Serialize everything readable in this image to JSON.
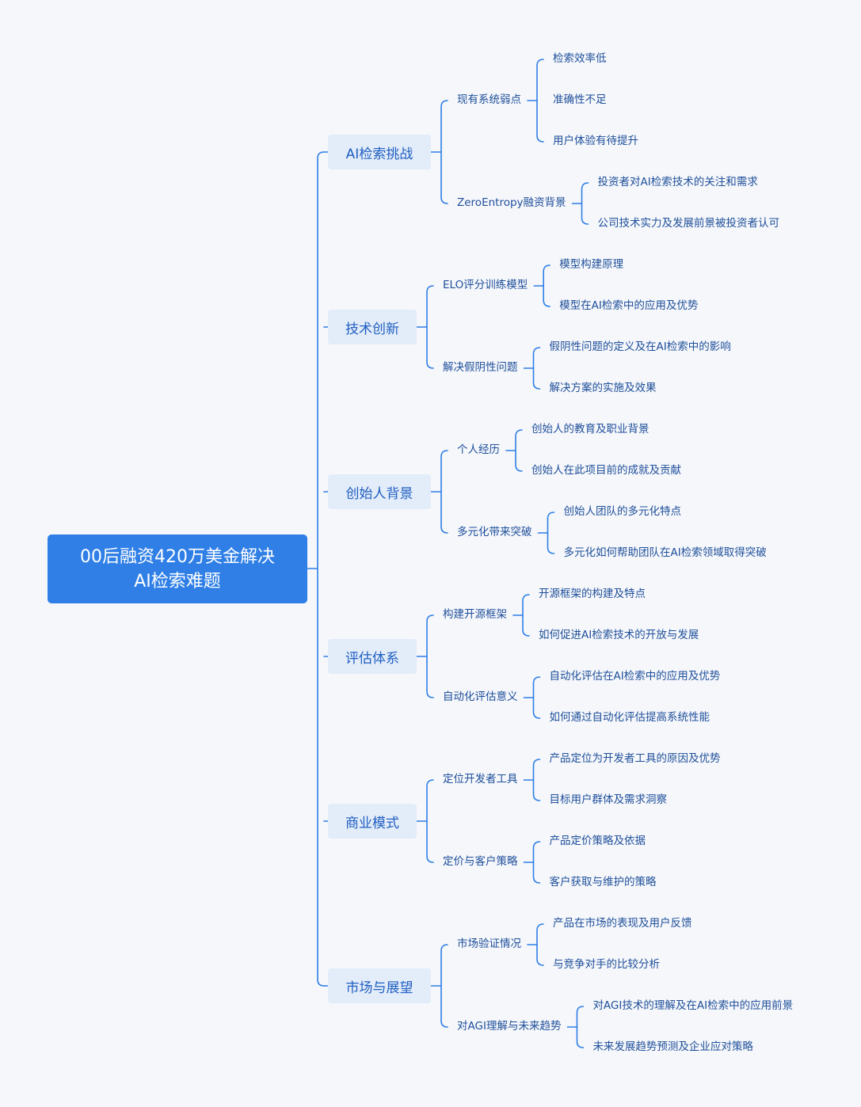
{
  "root": {
    "line1": "00后融资420万美金解决",
    "line2": "AI检索难题"
  },
  "branches": [
    {
      "label": "AI检索挑战",
      "children": [
        {
          "label": "现有系统弱点",
          "leaves": [
            "检索效率低",
            "准确性不足",
            "用户体验有待提升"
          ]
        },
        {
          "label": "ZeroEntropy融资背景",
          "leaves": [
            "投资者对AI检索技术的关注和需求",
            "公司技术实力及发展前景被投资者认可"
          ]
        }
      ]
    },
    {
      "label": "技术创新",
      "children": [
        {
          "label": "ELO评分训练模型",
          "leaves": [
            "模型构建原理",
            "模型在AI检索中的应用及优势"
          ]
        },
        {
          "label": "解决假阴性问题",
          "leaves": [
            "假阴性问题的定义及在AI检索中的影响",
            "解决方案的实施及效果"
          ]
        }
      ]
    },
    {
      "label": "创始人背景",
      "children": [
        {
          "label": "个人经历",
          "leaves": [
            "创始人的教育及职业背景",
            "创始人在此项目前的成就及贡献"
          ]
        },
        {
          "label": "多元化带来突破",
          "leaves": [
            "创始人团队的多元化特点",
            "多元化如何帮助团队在AI检索领域取得突破"
          ]
        }
      ]
    },
    {
      "label": "评估体系",
      "children": [
        {
          "label": "构建开源框架",
          "leaves": [
            "开源框架的构建及特点",
            "如何促进AI检索技术的开放与发展"
          ]
        },
        {
          "label": "自动化评估意义",
          "leaves": [
            "自动化评估在AI检索中的应用及优势",
            "如何通过自动化评估提高系统性能"
          ]
        }
      ]
    },
    {
      "label": "商业模式",
      "children": [
        {
          "label": "定位开发者工具",
          "leaves": [
            "产品定位为开发者工具的原因及优势",
            "目标用户群体及需求洞察"
          ]
        },
        {
          "label": "定价与客户策略",
          "leaves": [
            "产品定价策略及依据",
            "客户获取与维护的策略"
          ]
        }
      ]
    },
    {
      "label": "市场与展望",
      "children": [
        {
          "label": "市场验证情况",
          "leaves": [
            "产品在市场的表现及用户反馈",
            "与竞争对手的比较分析"
          ]
        },
        {
          "label": "对AGI理解与未来趋势",
          "leaves": [
            "对AGI技术的理解及在AI检索中的应用前景",
            "未来发展趋势预测及企业应对策略"
          ]
        }
      ]
    }
  ]
}
